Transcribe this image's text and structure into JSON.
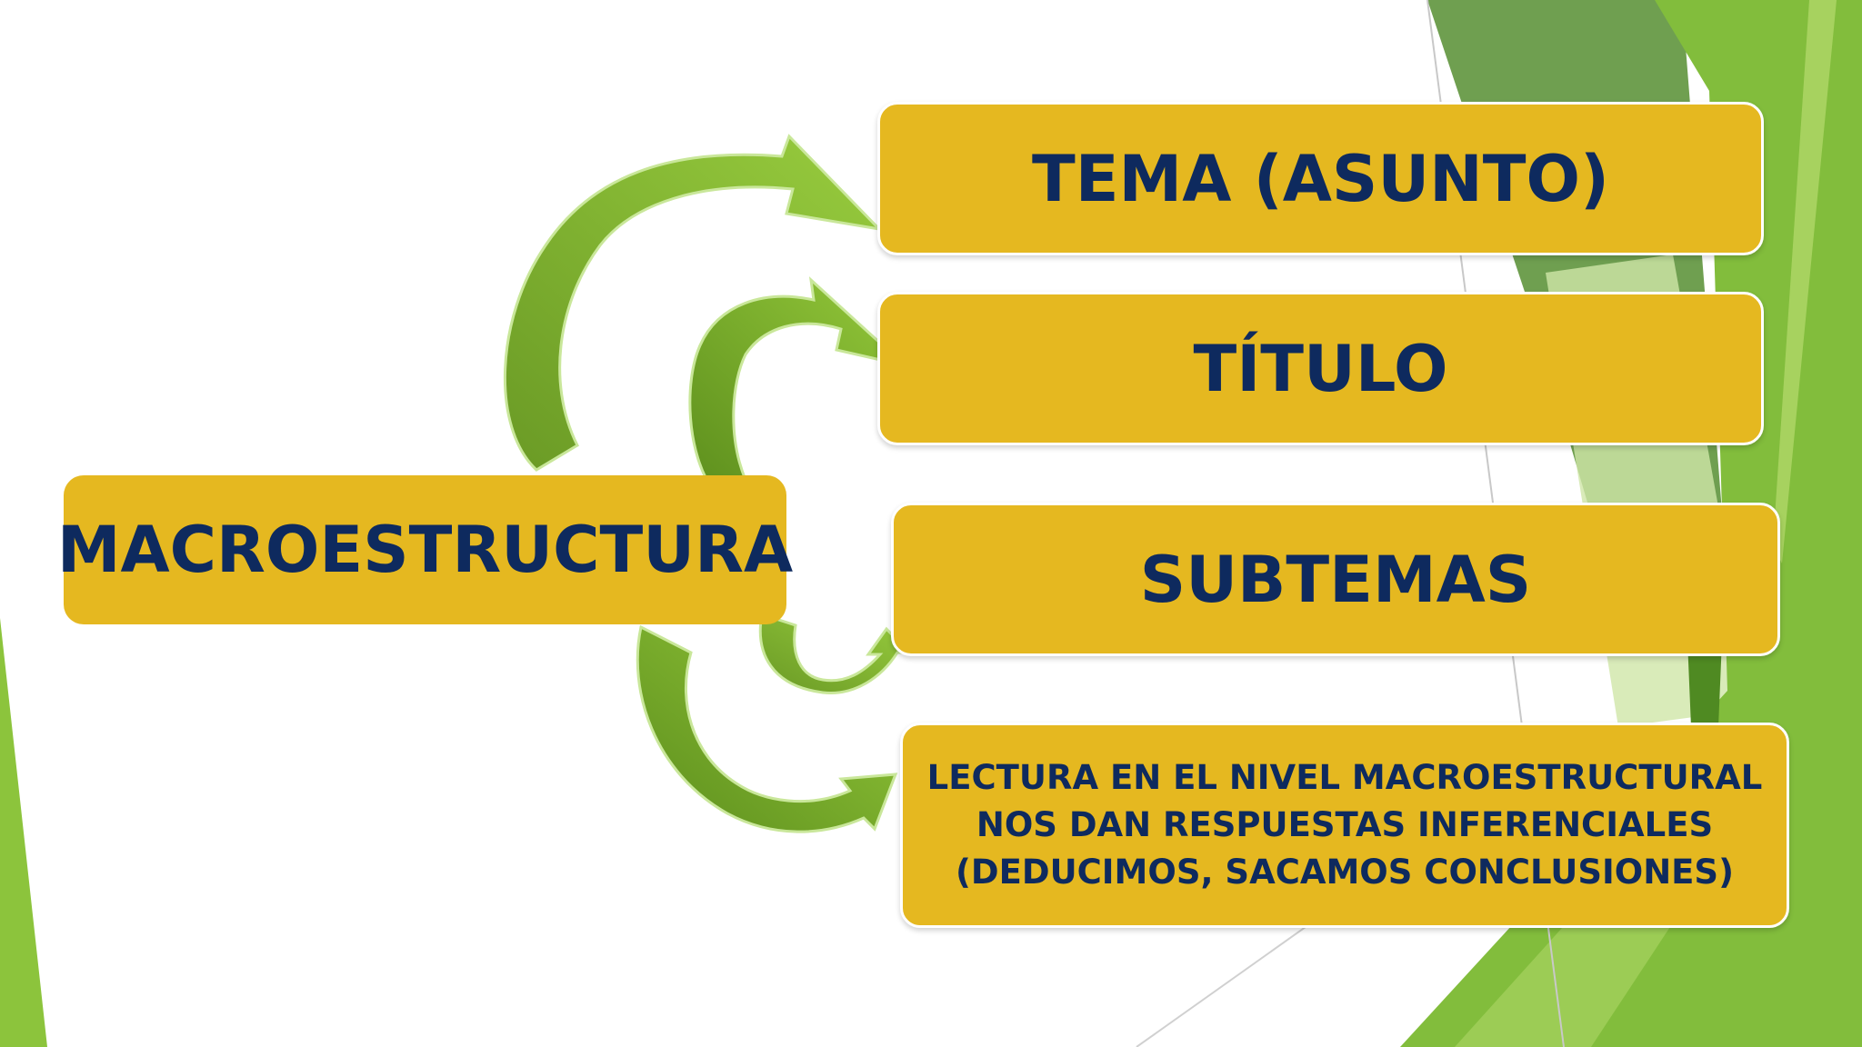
{
  "diagram": {
    "center_node": "MACROESTRUCTURA",
    "nodes": [
      {
        "id": "tema",
        "label": "TEMA (ASUNTO)"
      },
      {
        "id": "titulo",
        "label": "TÍTULO"
      },
      {
        "id": "subtemas",
        "label": "SUBTEMAS"
      },
      {
        "id": "lectura",
        "lines": [
          "LECTURA EN EL NIVEL MACROESTRUCTURAL",
          "NOS DAN RESPUESTAS INFERENCIALES",
          "(DEDUCIMOS, SACAMOS CONCLUSIONES)"
        ]
      }
    ],
    "colors": {
      "box_fill": "#e5b820",
      "text": "#0e2a5e",
      "arrow_light": "#8cc43c",
      "arrow_dark": "#5a8c1e",
      "accent_green": "#7ab648"
    }
  }
}
